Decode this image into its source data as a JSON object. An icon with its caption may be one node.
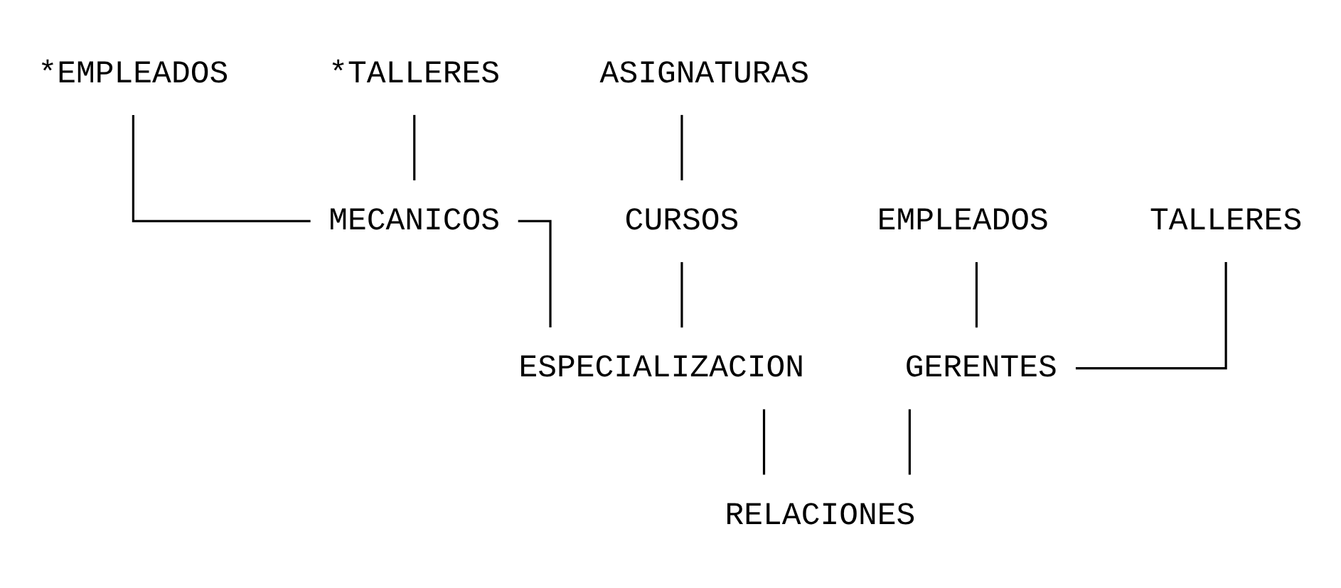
{
  "diagram": {
    "nodes": [
      {
        "text": [
          "*EMPLEADOS"
        ]
      },
      {
        "text": [
          "*TALLERES"
        ]
      },
      {
        "text": [
          "ASIGNATURAS"
        ]
      },
      {
        "text": [
          "EMPLEADOS"
        ]
      },
      {
        "text": [
          "TALLERES"
        ]
      },
      {
        "text": [
          "MECANICOS"
        ]
      },
      {
        "text": [
          "CURSOS"
        ]
      },
      {
        "text": [
          "GERENTES"
        ]
      },
      {
        "text": [
          "ESPECIALIZACION"
        ]
      },
      {
        "text": [
          "RELACIONES"
        ]
      }
    ],
    "edges": [
      {
        "from": 0,
        "to": 5,
        "arrow": "none"
      },
      {
        "from": 1,
        "to": 5,
        "arrow": "none"
      },
      {
        "from": 2,
        "to": 6,
        "arrow": "none"
      },
      {
        "from": 3,
        "to": 7,
        "arrow": "none"
      },
      {
        "from": 4,
        "to": 7,
        "arrow": "none"
      },
      {
        "from": 5,
        "to": 8,
        "arrow": "none"
      },
      {
        "from": 6,
        "to": 8,
        "arrow": "none"
      },
      {
        "from": 7,
        "to": 9,
        "arrow": "none"
      },
      {
        "from": 8,
        "to": 9,
        "arrow": "none"
      }
    ]
  }
}
